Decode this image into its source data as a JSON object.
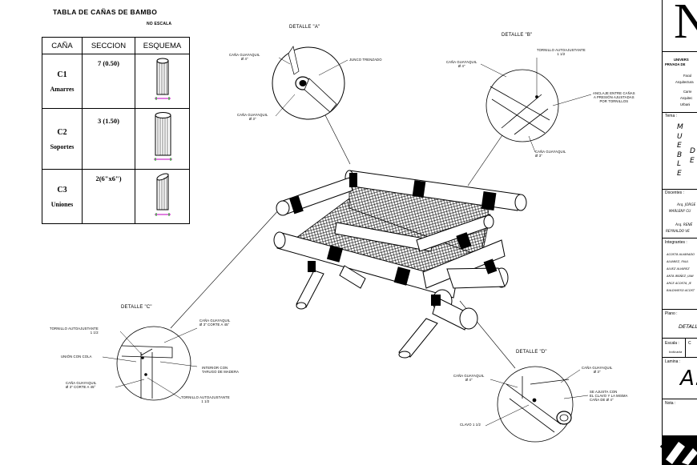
{
  "table": {
    "title": "TABLA DE CAÑAS DE BAMBO",
    "scale_note": "NO ESCALA",
    "headers": [
      "CAÑA",
      "SECCION",
      "ESQUEMA"
    ],
    "rows": [
      {
        "code": "C1",
        "name": "Amarres",
        "section": "7 (0.50)"
      },
      {
        "code": "C2",
        "name": "Soportes",
        "section": "3 (1.50)"
      },
      {
        "code": "C3",
        "name": "Uniones",
        "section": "2(6\"x6\")"
      }
    ]
  },
  "details": {
    "a": {
      "title": "DETALLE \"A\"",
      "labels": [
        "CAÑA GUAYAQUIL\nØ 4\"",
        "JUNCO TRENZADO",
        "CAÑA GUAYAQUIL\nØ 3\""
      ]
    },
    "b": {
      "title": "DETALLE \"B\"",
      "labels": [
        "CAÑA GUAYAQUIL\nØ 4\"",
        "TORNILLO AUTOAJUSTANTE\n1 1/2",
        "ANCLAJE ENTRE CAÑAS\nA PRESIÓN AJUSTADAS\nPOR TORNILLOS",
        "CAÑA GUAYAQUIL\nØ 3\""
      ]
    },
    "c": {
      "title": "DETALLE \"C\"",
      "labels": [
        "TORNILLO AUTOAJUSTANTE\n1 1/2",
        "CAÑA GUAYAQUIL\nØ 3\" CORTE A 45°",
        "UNIÓN CON COLA",
        "INTERIOR CON\nTARUGO DE MADERA",
        "CAÑA GUAYAQUIL\nØ 3\" CORTE A 45°",
        "TORNILLO AUTOAJUSTANTE\n1 1/2"
      ]
    },
    "d": {
      "title": "DETALLE \"D\"",
      "labels": [
        "CAÑA GUAYAQUIL\nØ 4\"",
        "CAÑA GUAYAQUIL\nØ 3\"",
        "SE AJUSTA CON\nEL CLAVO Y LA MISMA\nCAÑA DE Ø 4\"",
        "CLAVO 1 1/2"
      ]
    }
  },
  "title_block": {
    "logo_letter": "N",
    "univ_lines": [
      "UNIVERS",
      "PRIVADA DE",
      "Facul",
      "Arquitectura",
      "Carre",
      "Arquitec",
      "Urbani"
    ],
    "tema_label": "Tema :",
    "tema_letters": [
      "M",
      "U",
      "E",
      "B",
      "L",
      "E"
    ],
    "tema_letters2": [
      "D",
      "E"
    ],
    "docentes_label": "Docentes :",
    "docentes_lines": [
      "Arq. JORGE",
      "MARLENY CU",
      "Arq. RENÉ",
      "REYNALDO VE"
    ],
    "integrantes_label": "Integrantes :",
    "integrantes_lines": [
      "ACOSTA ALVARADO",
      "ALVAREZ, PAUL",
      "ALVEZ ALVAREZ",
      "ANTA IBÁÑEZ, JANI",
      "ARCE ACOSTA, JE",
      "BALDIVIESO ACOST"
    ],
    "plano_label": "Plano :",
    "plano_value": "DETALL",
    "escala_label": "Escala :",
    "escala_value": "Indicada",
    "c_label": "C",
    "lamina_label": "Lamina :",
    "lamina_value": "A.",
    "nota_label": "Nota :"
  }
}
